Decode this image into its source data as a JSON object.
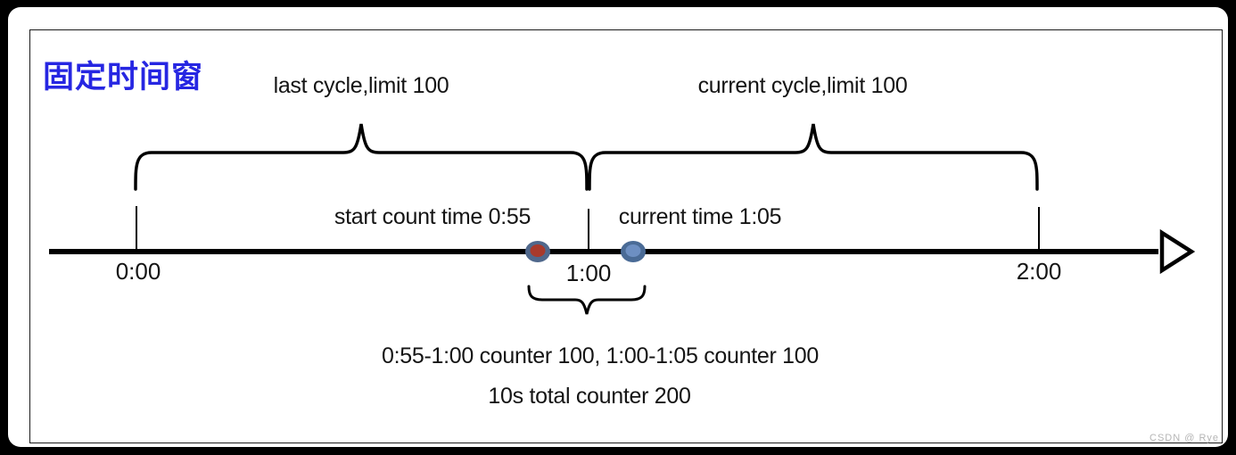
{
  "page": {
    "title": "固定时间窗",
    "watermark": "CSDN @ Rye"
  },
  "diagram": {
    "type": "fixed-time-window-rate-limit-timeline",
    "cycles": {
      "last_label": "last cycle,limit 100",
      "current_label": "current cycle,limit 100"
    },
    "annotations": {
      "start_count": "start count time 0:55",
      "current_time": "current time 1:05"
    },
    "ticks": [
      "0:00",
      "1:00",
      "2:00"
    ],
    "markers": [
      {
        "name": "start-count-marker",
        "time": "0:55",
        "fill": "#a83a2c",
        "ring": "#50688c"
      },
      {
        "name": "current-time-marker",
        "time": "1:05",
        "fill": "#6d8fc2",
        "ring": "#4a6b96"
      }
    ],
    "summary": {
      "counters_line": "0:55-1:00 counter 100, 1:00-1:05 counter 100",
      "total_line": "10s total counter 200"
    },
    "colors": {
      "title_blue": "#2626e2",
      "line_black": "#000000",
      "frame_bg": "#000000",
      "card_bg": "#ffffff"
    }
  }
}
